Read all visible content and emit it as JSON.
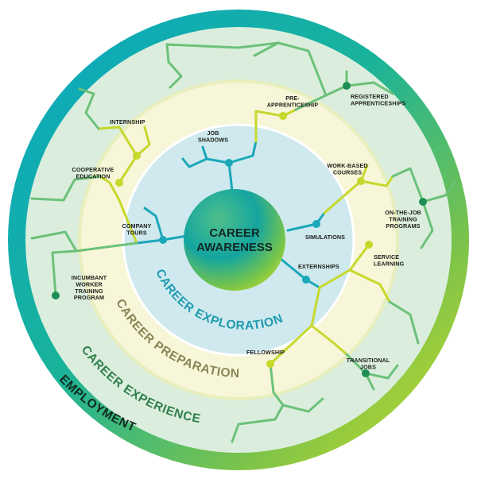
{
  "center": {
    "line1": "CAREER",
    "line2": "AWARENESS"
  },
  "rings": {
    "exploration": "CAREER EXPLORATION",
    "preparation": "CAREER PREPARATION",
    "experience": "CAREER EXPERIENCE",
    "employment": "EMPLOYMENT"
  },
  "labels": {
    "internship": [
      "INTERNSHIP"
    ],
    "pre_apprenticeship": [
      "PRE-",
      "APPRENTICESHIP"
    ],
    "registered_apprenticeships": [
      "REGISTERED",
      "APPRENTICESHIPS"
    ],
    "job_shadows": [
      "JOB",
      "SHADOWS"
    ],
    "cooperative_education": [
      "COOPERATIVE",
      "EDUCATION"
    ],
    "work_based_courses": [
      "WORK-BASED",
      "COURSES"
    ],
    "on_the_job_training": [
      "ON-THE-JOB",
      "TRAINING",
      "PROGRAMS"
    ],
    "company_tours": [
      "COMPANY",
      "TOURS"
    ],
    "simulations": [
      "SIMULATIONS"
    ],
    "service_learning": [
      "SERVICE",
      "LEARNING"
    ],
    "externships": [
      "EXTERNSHIPS"
    ],
    "incumbant_worker": [
      "INCUMBANT",
      "WORKER",
      "TRAINING",
      "PROGRAM"
    ],
    "fellowship": [
      "FELLOWSHIP"
    ],
    "transitional_jobs": [
      "TRANSITIONAL",
      "JOBS"
    ]
  },
  "colors": {
    "teal": "#1aa7b8",
    "dark_green": "#1c7a4a",
    "yellow_green": "#c6d82c",
    "exploration_text": "#1e9bb0",
    "preparation_text": "#8a8456",
    "experience_text": "#2f7f49",
    "employment_text": "#0f2a1f"
  }
}
